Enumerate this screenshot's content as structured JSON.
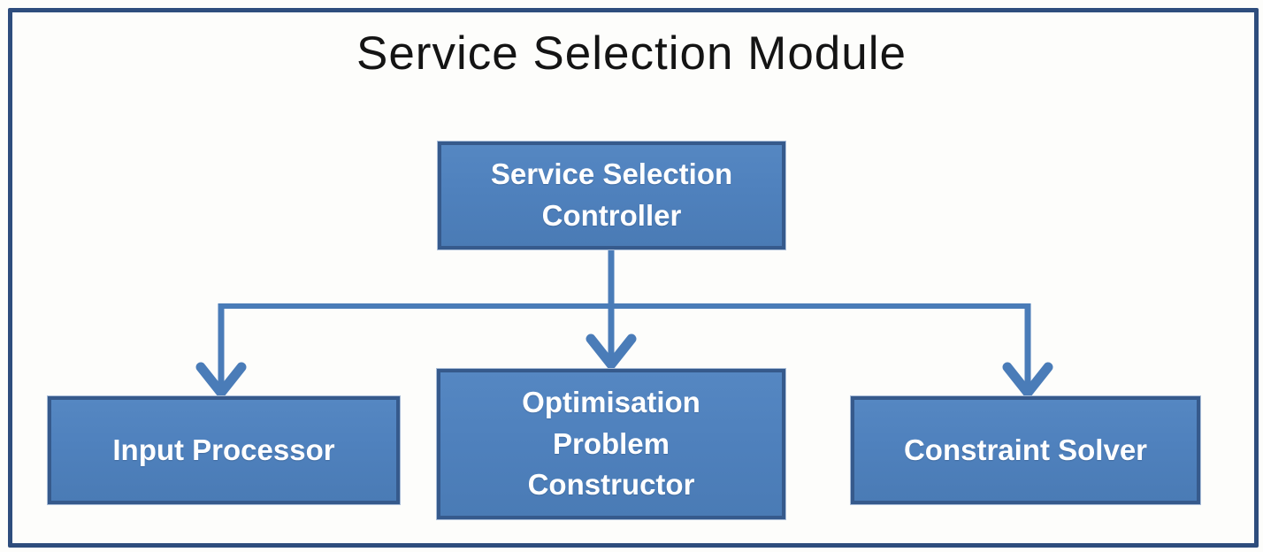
{
  "diagram": {
    "title": "Service Selection Module",
    "nodes": [
      {
        "id": "service-selection-controller",
        "label": "Service Selection\nController"
      },
      {
        "id": "input-processor",
        "label": "Input Processor"
      },
      {
        "id": "optimisation-problem-constructor",
        "label": "Optimisation\nProblem\nConstructor"
      },
      {
        "id": "constraint-solver",
        "label": "Constraint Solver"
      }
    ],
    "edges": [
      {
        "from": "service-selection-controller",
        "to": "input-processor"
      },
      {
        "from": "service-selection-controller",
        "to": "optimisation-problem-constructor"
      },
      {
        "from": "service-selection-controller",
        "to": "constraint-solver"
      }
    ],
    "colors": {
      "node_fill": "#4f81bd",
      "node_border": "#365a8c",
      "connector": "#4a7cb8",
      "frame_border": "#2e4d7d",
      "node_text": "#ffffff",
      "title_text": "#141414"
    }
  }
}
